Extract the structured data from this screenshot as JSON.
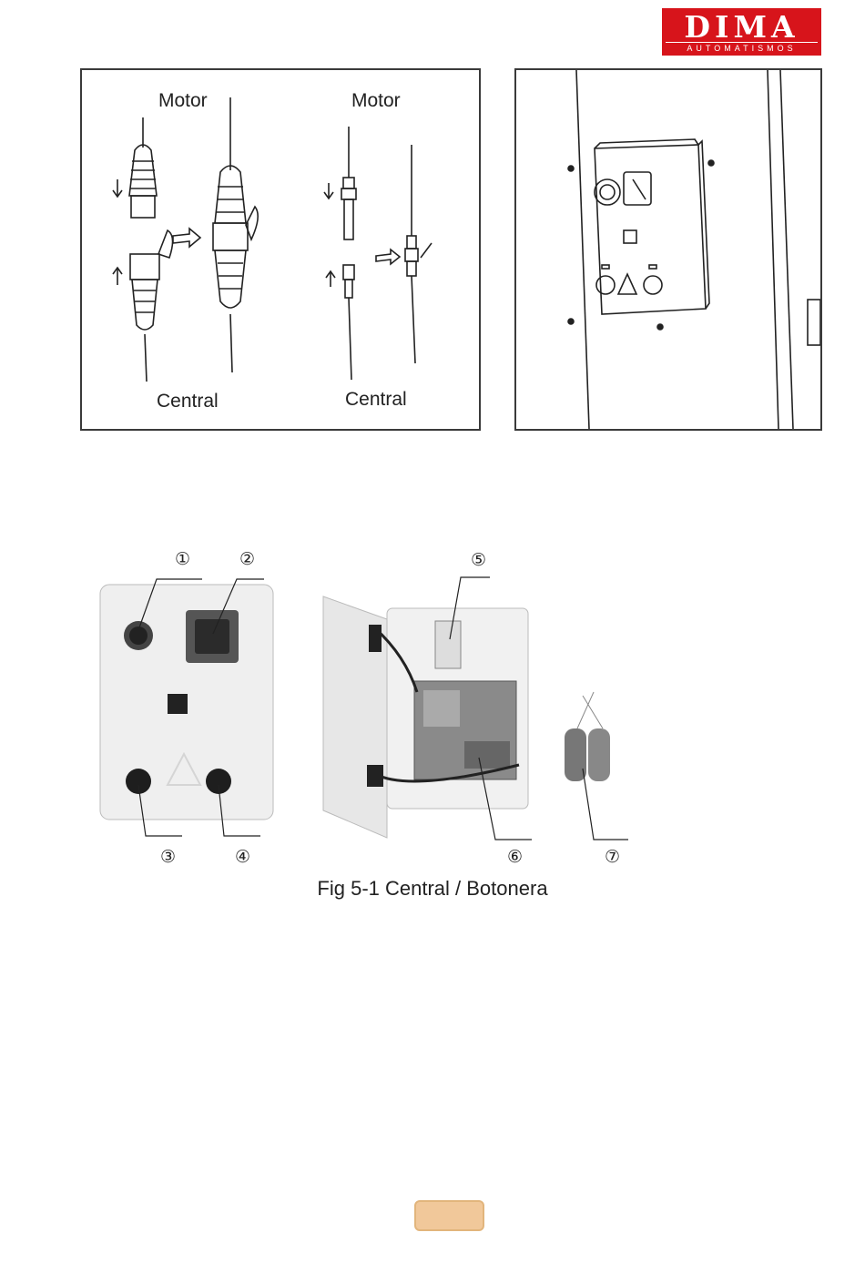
{
  "logo": {
    "brand": "DIMA",
    "sub": "AUTOMATISMOS"
  },
  "connectors": {
    "left": {
      "top_label": "Motor",
      "bottom_label": "Central"
    },
    "right": {
      "top_label": "Motor",
      "bottom_label": "Central"
    }
  },
  "callouts": [
    "①",
    "②",
    "③",
    "④",
    "⑤",
    "⑥",
    "⑦"
  ],
  "caption": "Fig 5-1 Central / Botonera",
  "page_number": ""
}
